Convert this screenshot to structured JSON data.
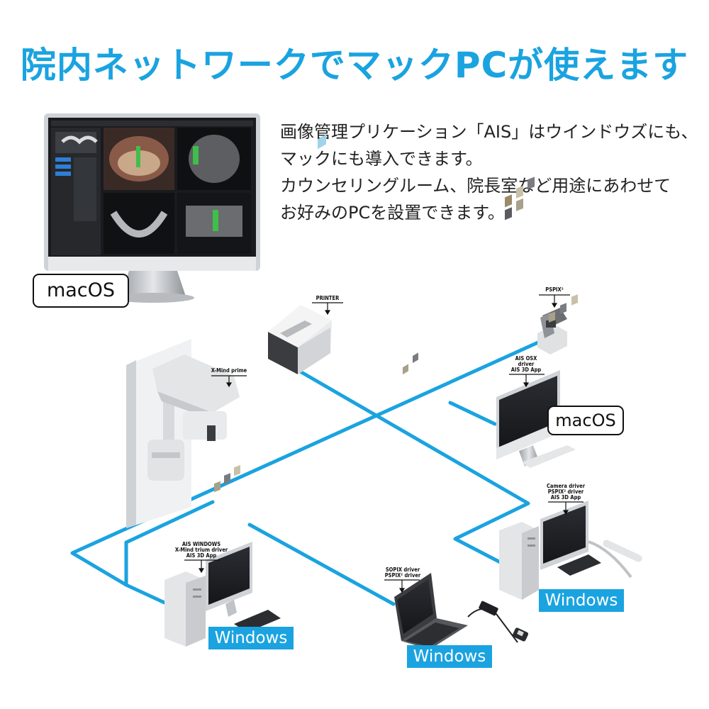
{
  "header": {
    "title": "院内ネットワークでマックPCが使えます"
  },
  "description": {
    "lines": [
      "画像管理プリケーション「AIS」はウインドウズにも、",
      "マックにも導入できます。",
      "カウンセリングルーム、院長室など用途にあわせて",
      "お好みのPCを設置できます。"
    ]
  },
  "badges": {
    "mac_main": "macOS",
    "mac_node": "macOS",
    "win_left": "Windows",
    "win_laptop": "Windows",
    "win_right": "Windows"
  },
  "devices": {
    "printer": {
      "label": "PRINTER"
    },
    "pspix": {
      "label": "PSPIX²"
    },
    "xmind": {
      "label": "X-Mind prime"
    },
    "mac_node": {
      "lines": [
        "AIS OSX",
        "driver",
        "AIS 3D App"
      ]
    },
    "win_left": {
      "lines": [
        "AIS WINDOWS",
        "X-Mind trium driver",
        "AIS 3D App"
      ]
    },
    "laptop": {
      "lines": [
        "SOPIX driver",
        "PSPIX² driver"
      ]
    },
    "win_right": {
      "lines": [
        "Camera driver",
        "PSPIX² driver",
        "AIS 3D App"
      ]
    }
  },
  "colors": {
    "accent": "#1aa3e0",
    "network": "#1aa3e0",
    "text": "#222222"
  }
}
